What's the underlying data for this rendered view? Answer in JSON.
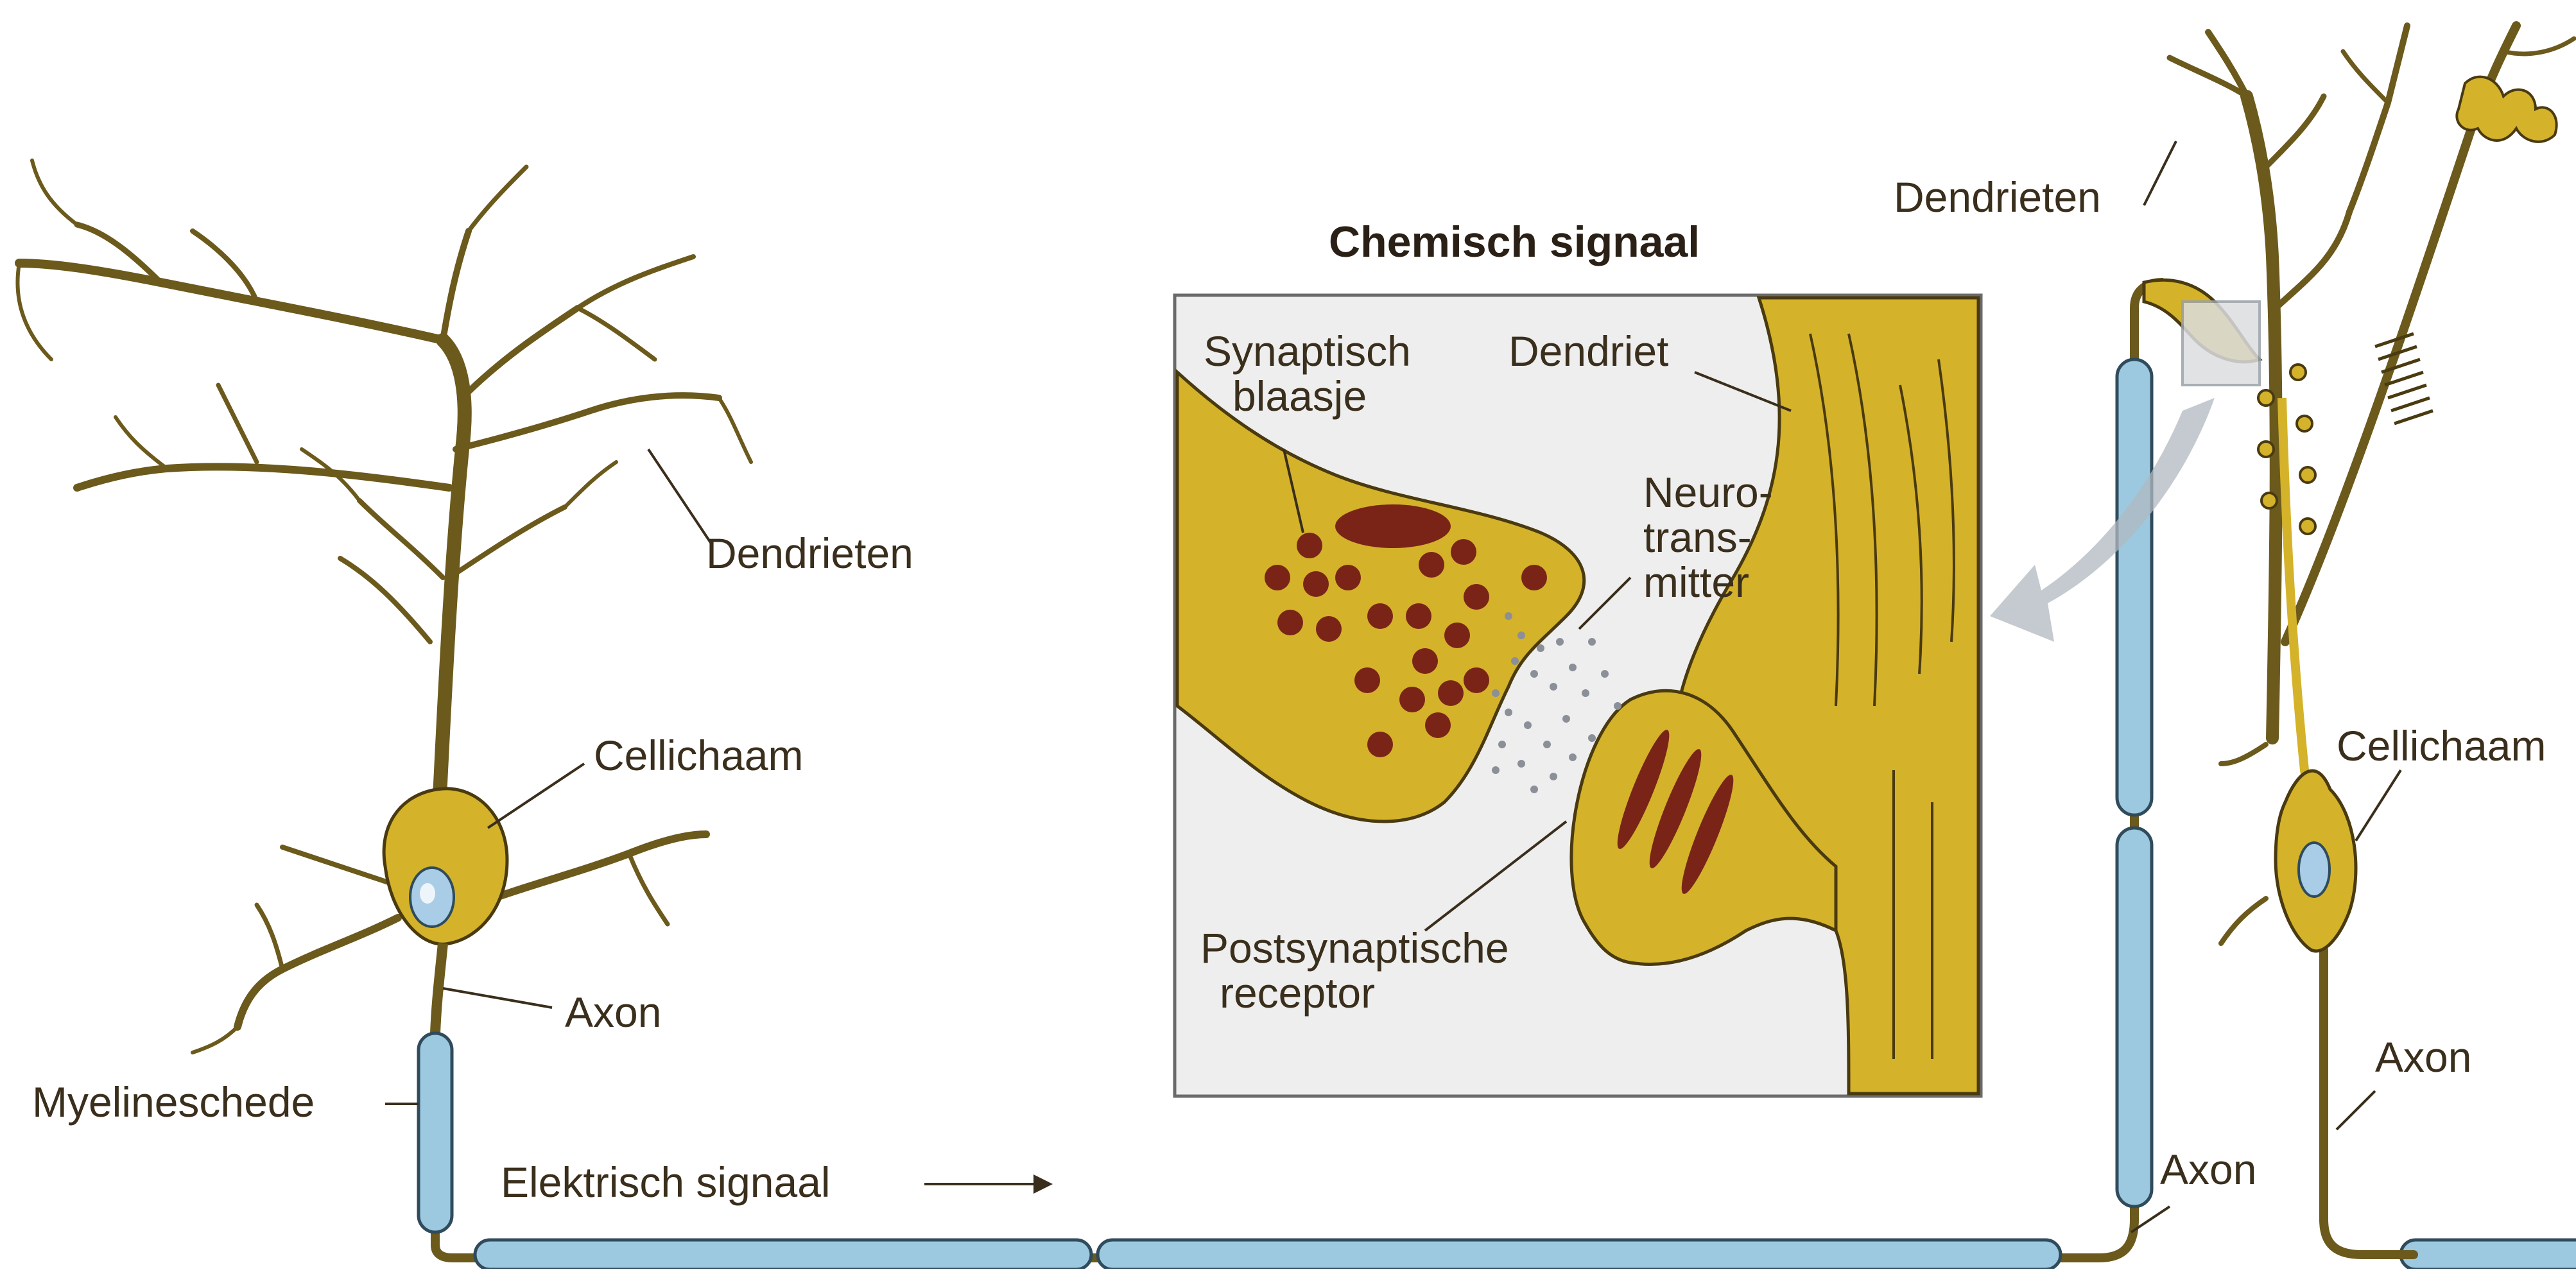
{
  "colors": {
    "neuron_fill": "#d4b22a",
    "neuron_outline": "#4a3a10",
    "dendrite": "#6b5a1c",
    "myelin": "#9cc9df",
    "myelin_outline": "#2f4b5c",
    "vesicle": "#7a2418",
    "nucleus": "#a9cde6",
    "inset_bg": "#eeeeee",
    "label_text": "#3a2e1c",
    "arrow": "#b0b8c0"
  },
  "labels": {
    "left_dendrites": "Dendrieten",
    "left_cell_body": "Cellichaam",
    "left_axon": "Axon",
    "myelin_sheath": "Myelineschede",
    "electrical_signal": "Elektrisch signaal",
    "right_dendrites": "Dendrieten",
    "right_cell_body": "Cellichaam",
    "right_axon_upper": "Axon",
    "right_axon_lower": "Axon"
  },
  "inset": {
    "title": "Chemisch signaal",
    "vesicle_label_line1": "Synaptisch",
    "vesicle_label_line2": "blaasje",
    "dendrite_label": "Dendriet",
    "neurotransmitter_line1": "Neuro-",
    "neurotransmitter_line2": "trans-",
    "neurotransmitter_line3": "mitter",
    "receptor_line1": "Postsynaptische",
    "receptor_line2": "receptor"
  }
}
